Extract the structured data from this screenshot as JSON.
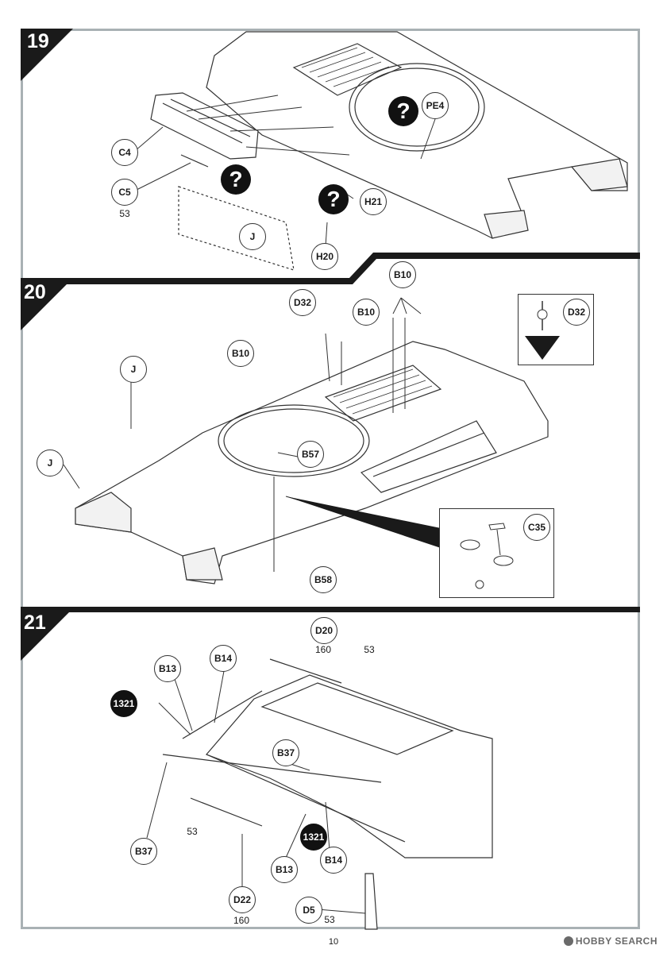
{
  "steps": [
    {
      "number": "19"
    },
    {
      "number": "20"
    },
    {
      "number": "21"
    }
  ],
  "callouts": {
    "c4": "C4",
    "c5": "C5",
    "j_panel": "J",
    "pe4": "PE4",
    "h21": "H21",
    "h20": "H20",
    "b10_top": "B10",
    "d32": "D32",
    "b10_mid": "B10",
    "b10_left": "B10",
    "j_top": "J",
    "j_left": "J",
    "b57": "B57",
    "b58": "B58",
    "c35": "C35",
    "d32_inset": "D32",
    "d20": "D20",
    "b13_top": "B13",
    "b14_top": "B14",
    "b37_mid": "B37",
    "b37_left": "B37",
    "b13_bot": "B13",
    "b14_bot": "B14",
    "d22": "D22",
    "d5": "D5"
  },
  "paint_codes": {
    "code_1321_top": "1321",
    "code_1321_bot": "1321",
    "n53_c5": "53",
    "n160_d20": "160",
    "n53_d20": "53",
    "n53_d22": "53",
    "n160_d22": "160",
    "n53_d5": "53"
  },
  "page": {
    "number": "10"
  },
  "watermark": {
    "text": "HOBBY SEARCH"
  },
  "colors": {
    "frame": "#a9b1b4",
    "ink": "#1a1a1a"
  }
}
